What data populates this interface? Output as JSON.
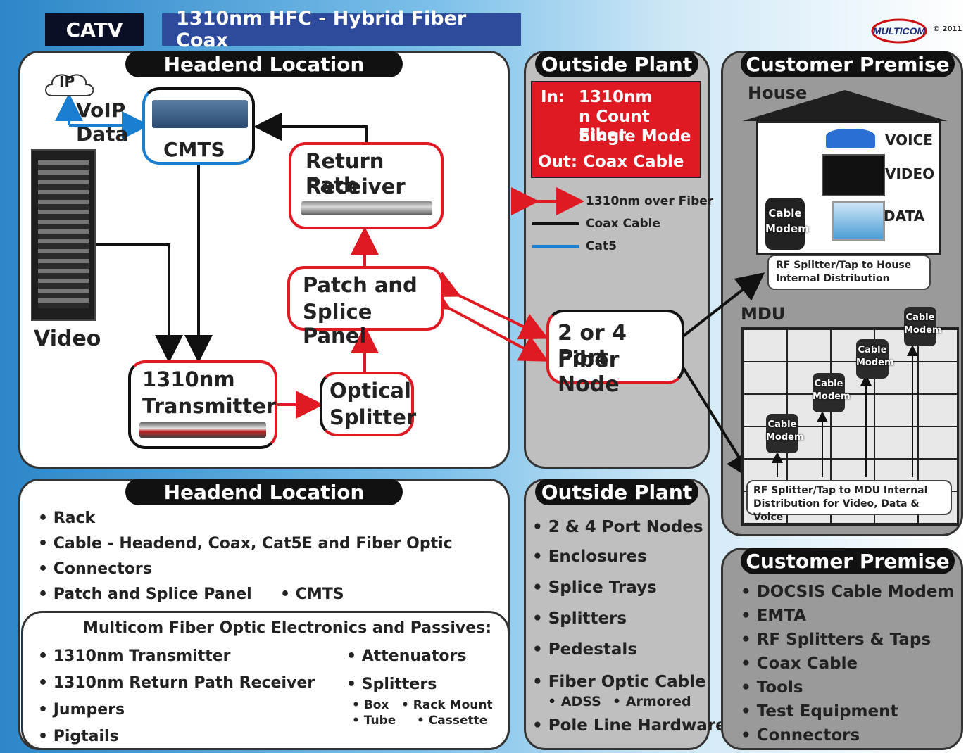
{
  "header": {
    "catv": "CATV",
    "title": "1310nm HFC - Hybrid Fiber Coax",
    "logo": "MULTICOM",
    "copyright": "© 2011"
  },
  "top_panels": {
    "headend_title": "Headend Location",
    "outside_title": "Outside Plant",
    "customer_title": "Customer Premise"
  },
  "headend_diagram": {
    "ip": "IP",
    "voip": "VoIP",
    "data": "Data",
    "cmts": "CMTS",
    "video": "Video",
    "return_path_line1": "Return Path",
    "return_path_line2": "Receiver",
    "patch_line1": "Patch and",
    "patch_line2": "Splice Panel",
    "transmitter_line1": "1310nm",
    "transmitter_line2": "Transmitter",
    "splitter_line1": "Optical",
    "splitter_line2": "Splitter"
  },
  "outside_diagram": {
    "in_label": "In:",
    "in_line1": "1310nm",
    "in_line2": "n Count Fiber",
    "in_line3": "Single Mode",
    "out_label": "Out: Coax Cable",
    "legend": [
      {
        "label": "1310nm over Fiber",
        "color": "#e01a22"
      },
      {
        "label": "Coax Cable",
        "color": "#111111"
      },
      {
        "label": "Cat5",
        "color": "#1a7fd0"
      }
    ],
    "node_line1": "2 or 4 Port",
    "node_line2": "Fiber Node"
  },
  "customer_diagram": {
    "house": "House",
    "voice": "VOICE",
    "video": "VIDEO",
    "data": "DATA",
    "cable_modem_line1": "Cable",
    "cable_modem_line2": "Modem",
    "house_callout_line1": "RF Splitter/Tap to House",
    "house_callout_line2": "Internal Distribution",
    "mdu": "MDU",
    "mdu_callout_line1": "RF Splitter/Tap to MDU Internal",
    "mdu_callout_line2": "Distribution for Video, Data & Voice"
  },
  "bottom_headend": {
    "title": "Headend Location",
    "items": [
      "• Rack",
      "• Cable - Headend, Coax, Cat5E and Fiber Optic",
      "• Connectors",
      "• Patch and Splice Panel",
      "• CMTS"
    ],
    "sub_title": "Multicom Fiber Optic Electronics and Passives:",
    "sub_left": [
      "• 1310nm Transmitter",
      "• 1310nm Return Path Receiver",
      "• Jumpers",
      "• Pigtails"
    ],
    "sub_right": [
      "• Attenuators",
      "• Splitters"
    ],
    "splitter_types": [
      "• Box",
      "• Rack Mount",
      "• Tube",
      "• Cassette"
    ]
  },
  "bottom_outside": {
    "title": "Outside Plant",
    "items": [
      "• 2 & 4 Port Nodes",
      "• Enclosures",
      "• Splice Trays",
      "• Splitters",
      "• Pedestals",
      "• Fiber Optic Cable",
      "• Pole Line Hardware"
    ],
    "fiber_types": [
      "• ADSS",
      "• Armored"
    ]
  },
  "bottom_customer": {
    "title": "Customer Premise",
    "items": [
      "• DOCSIS Cable Modem",
      "• EMTA",
      "• RF Splitters & Taps",
      "• Coax Cable",
      "• Tools",
      "• Test Equipment",
      "• Connectors"
    ]
  }
}
